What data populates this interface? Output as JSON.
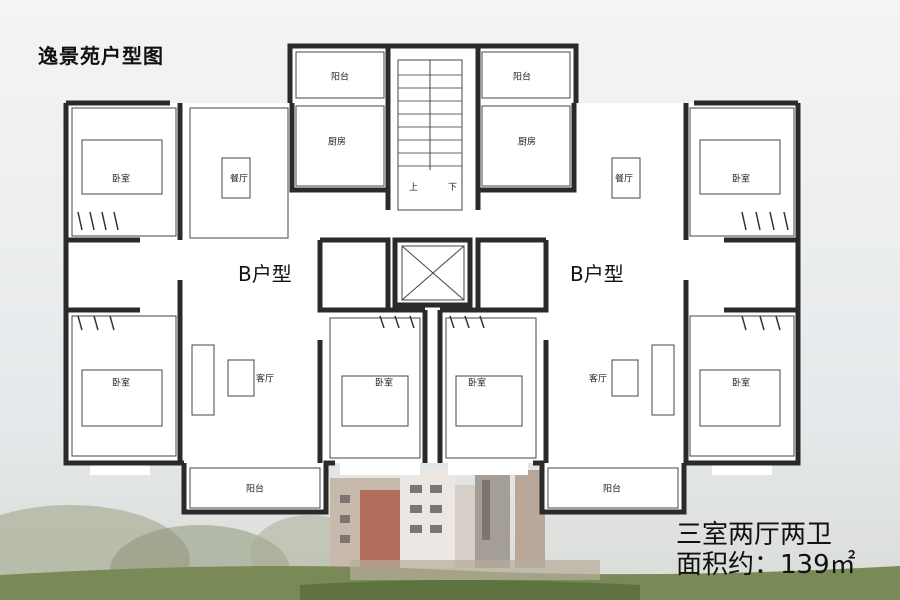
{
  "title": "逸景苑户型图",
  "units": {
    "left": "B户型",
    "right": "B户型"
  },
  "rooms": {
    "balcony": "阳台",
    "kitchen": "厨房",
    "dining": "餐厅",
    "bedroom": "卧室",
    "living": "客厅"
  },
  "stairs": {
    "up": "上",
    "down": "下"
  },
  "summary": {
    "layout": "三室两厅两卫",
    "area": "面积约：139㎡"
  },
  "colors": {
    "wall": "#2a2a2a",
    "floor": "#ffffff",
    "sky": "#e9ecee",
    "grass": "#7c8f5a"
  }
}
